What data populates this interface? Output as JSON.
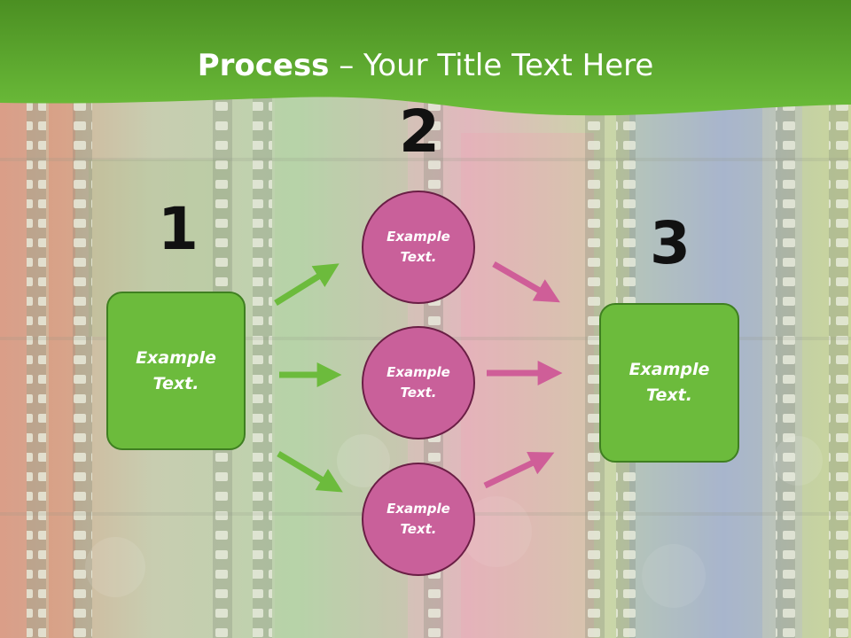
{
  "slide": {
    "title_bold": "Process",
    "title_rest": " – Your Title Text Here"
  },
  "numbers": {
    "one": "1",
    "two": "2",
    "three": "3"
  },
  "boxes": {
    "left": "Example Text.",
    "right": "Example Text."
  },
  "circles": {
    "top": "Example Text.",
    "middle": "Example Text.",
    "bottom": "Example Text."
  },
  "colors": {
    "header_green": "#5aa62a",
    "box_green": "#6cbb3c",
    "circle_pink": "#c9609a",
    "arrow_green": "#6cbb3c",
    "arrow_pink": "#cf5e98"
  }
}
